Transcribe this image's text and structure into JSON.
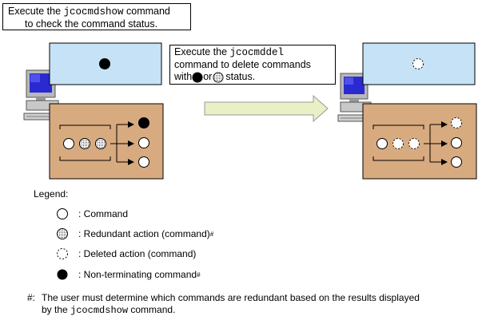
{
  "callout_top": {
    "line1_prefix": "Execute the ",
    "line1_cmd": "jcocmdshow",
    "line1_suffix": " command",
    "line2": "to check the command status."
  },
  "callout_mid": {
    "line1_prefix": "Execute the ",
    "line1_cmd": "jcocmddel",
    "line2": "command to delete commands",
    "line3_prefix": "with ",
    "line3_or": "or",
    "line3_suffix": "status."
  },
  "legend": {
    "title": "Legend:",
    "items": [
      {
        "icon": "command-circle-icon",
        "label": ": Command",
        "sup": ""
      },
      {
        "icon": "redundant-action-icon",
        "label": ": Redundant action (command)",
        "sup": "#"
      },
      {
        "icon": "deleted-action-icon",
        "label": ": Deleted action (command)",
        "sup": ""
      },
      {
        "icon": "non-terminating-command-icon",
        "label": ": Non-terminating command",
        "sup": "#"
      }
    ]
  },
  "footnote": {
    "mark": "#:",
    "line1": "The user must determine which commands are redundant based on the results displayed",
    "line2_prefix": "by the ",
    "line2_cmd": "jcocmdshow",
    "line2_suffix": " command."
  },
  "colors": {
    "screen_blue": "#c6e2f6",
    "manager_tan": "#d8aa7f",
    "arrow_fill": "#e9f0c5",
    "monitor_screen": "#2a2ad0"
  }
}
